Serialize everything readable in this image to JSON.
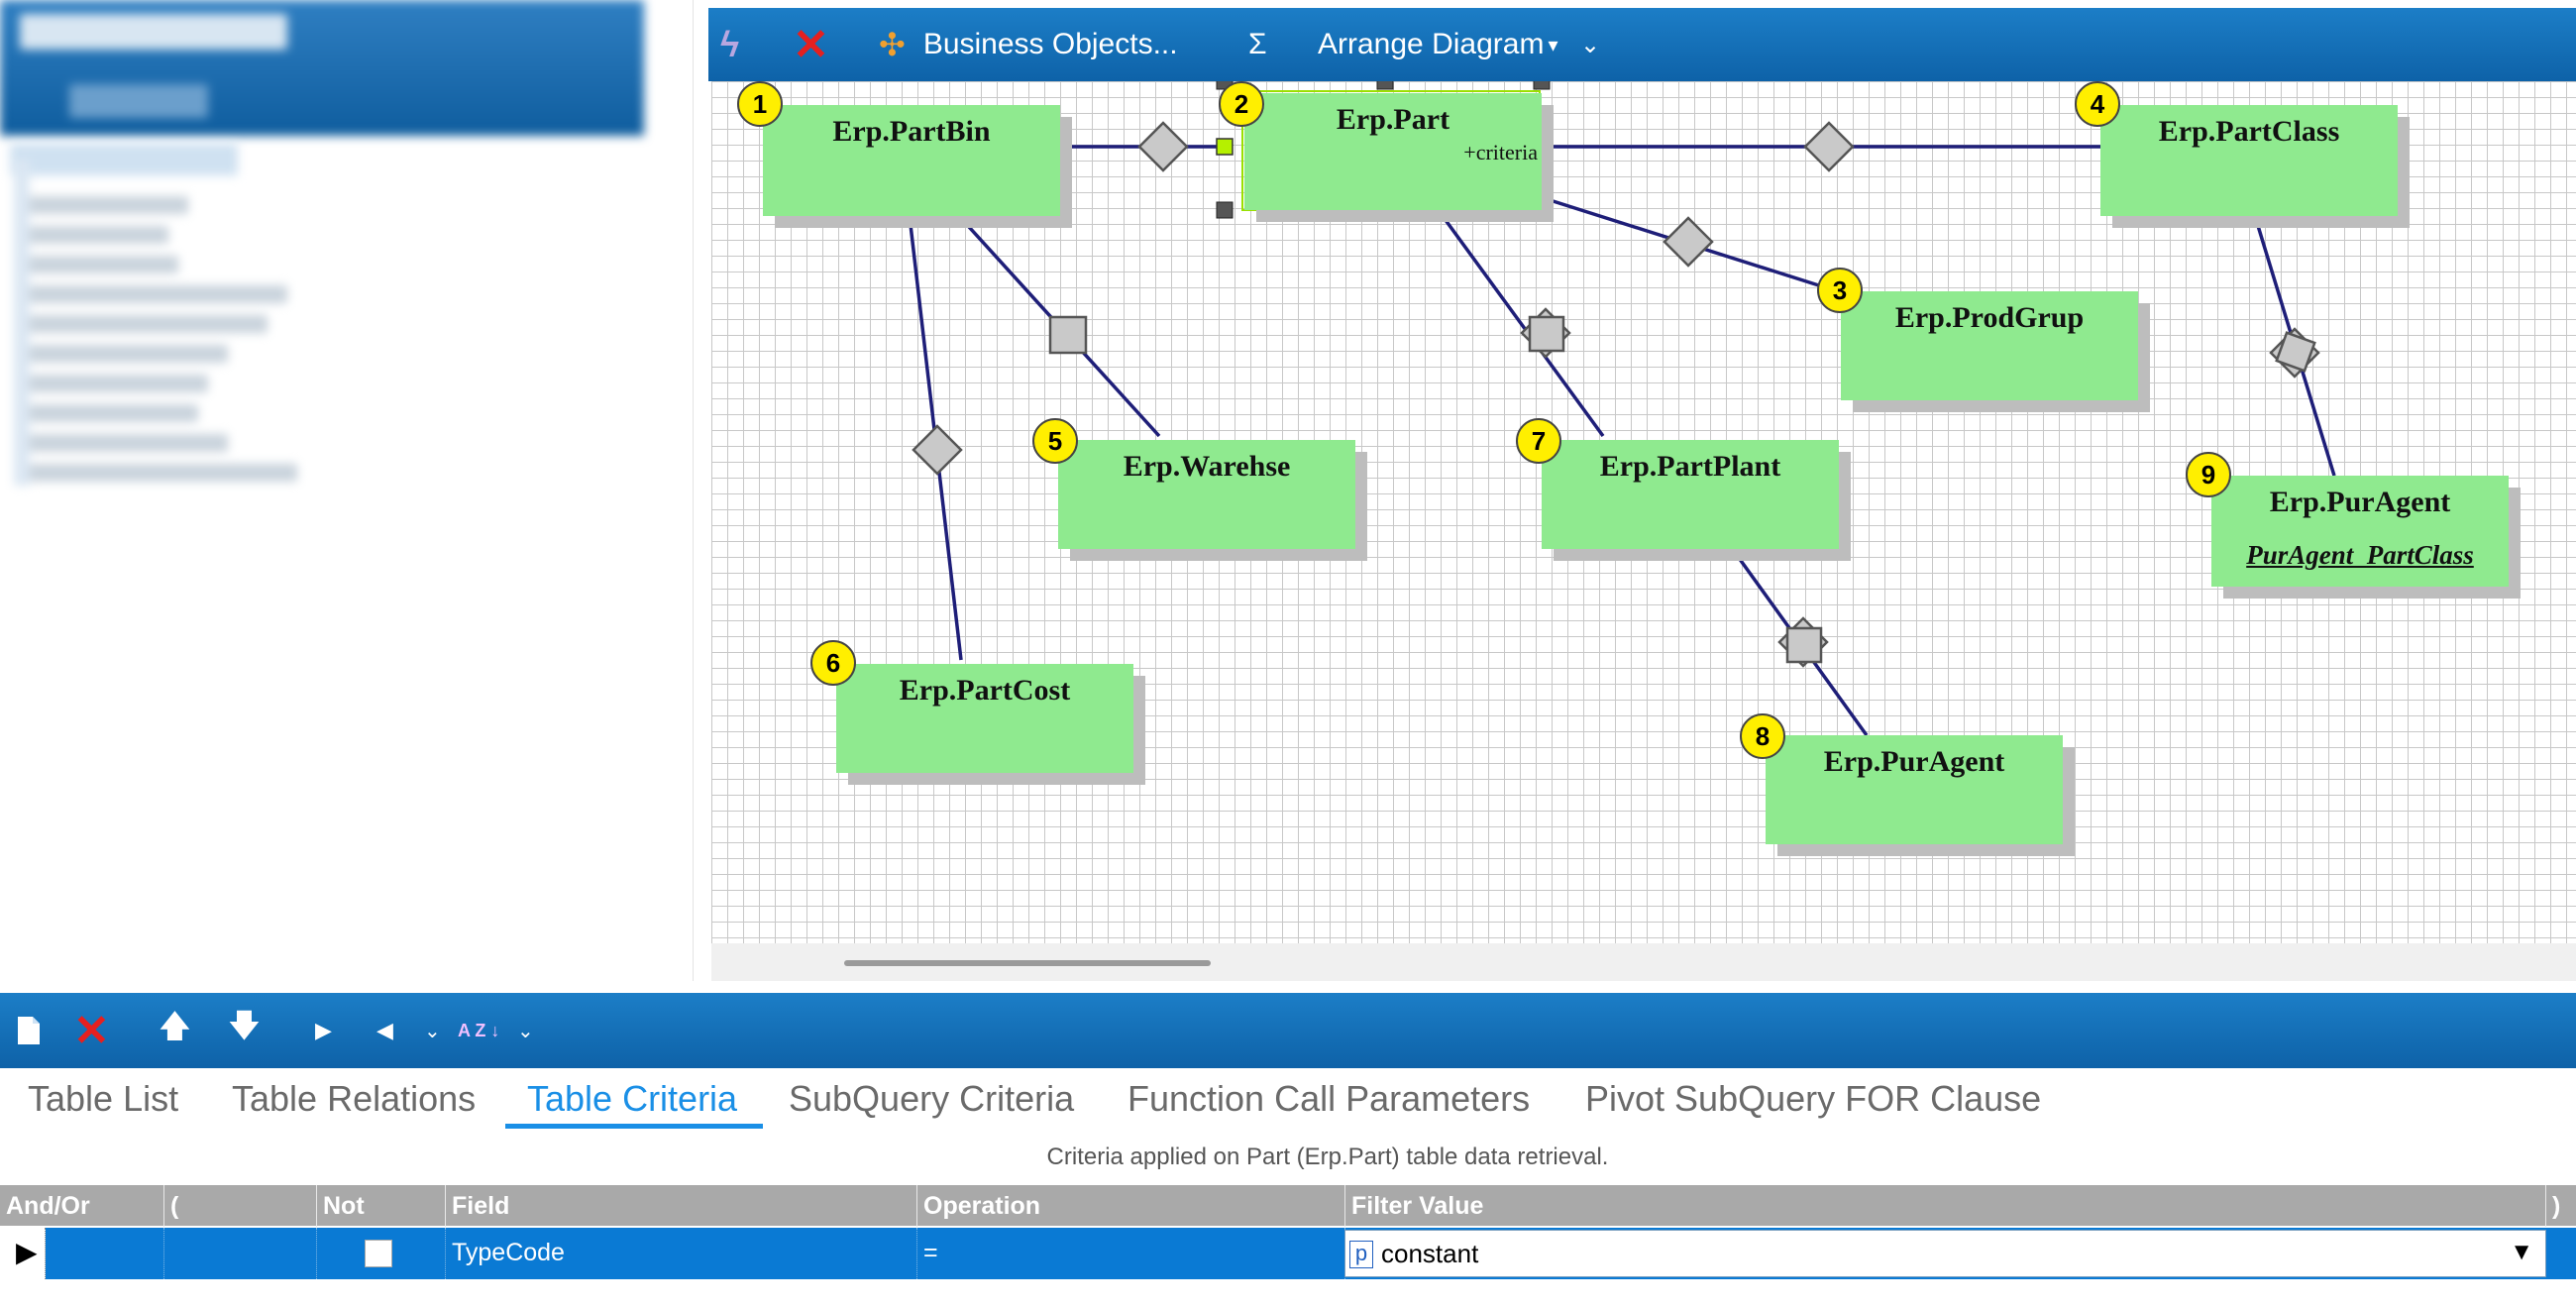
{
  "diagram_toolbar": {
    "business_objects": "Business Objects...",
    "sigma": "Σ",
    "arrange": "Arrange Diagram",
    "arrange_caret": "▾",
    "overflow": "⌄"
  },
  "nodes": [
    {
      "badge": "1",
      "title": "Erp.PartBin"
    },
    {
      "badge": "2",
      "title": "Erp.Part",
      "sub": "+criteria"
    },
    {
      "badge": "3",
      "title": "Erp.ProdGrup"
    },
    {
      "badge": "4",
      "title": "Erp.PartClass"
    },
    {
      "badge": "5",
      "title": "Erp.Warehse"
    },
    {
      "badge": "6",
      "title": "Erp.PartCost"
    },
    {
      "badge": "7",
      "title": "Erp.PartPlant"
    },
    {
      "badge": "8",
      "title": "Erp.PurAgent"
    },
    {
      "badge": "9",
      "title": "Erp.PurAgent",
      "italic": "PurAgent_PartClass"
    }
  ],
  "bottom_toolbar": {
    "new_icon": "document-icon",
    "delete_icon": "x-icon",
    "sort_glyph": "A Z ↓",
    "overflow": "⌄"
  },
  "tabs": [
    "Table List",
    "Table Relations",
    "Table Criteria",
    "SubQuery Criteria",
    "Function Call Parameters",
    "Pivot SubQuery FOR Clause"
  ],
  "active_tab": "Table Criteria",
  "criteria_caption": "Criteria applied on Part (Erp.Part)  table data retrieval.",
  "grid": {
    "headers": [
      "And/Or",
      "(",
      "Not",
      "Field",
      "Operation",
      "Filter Value",
      ")"
    ],
    "row": {
      "and_or": "",
      "paren_open": "",
      "not_checked": false,
      "field": "TypeCode",
      "operation": "=",
      "filter_type": "p",
      "filter_value": "constant"
    }
  }
}
